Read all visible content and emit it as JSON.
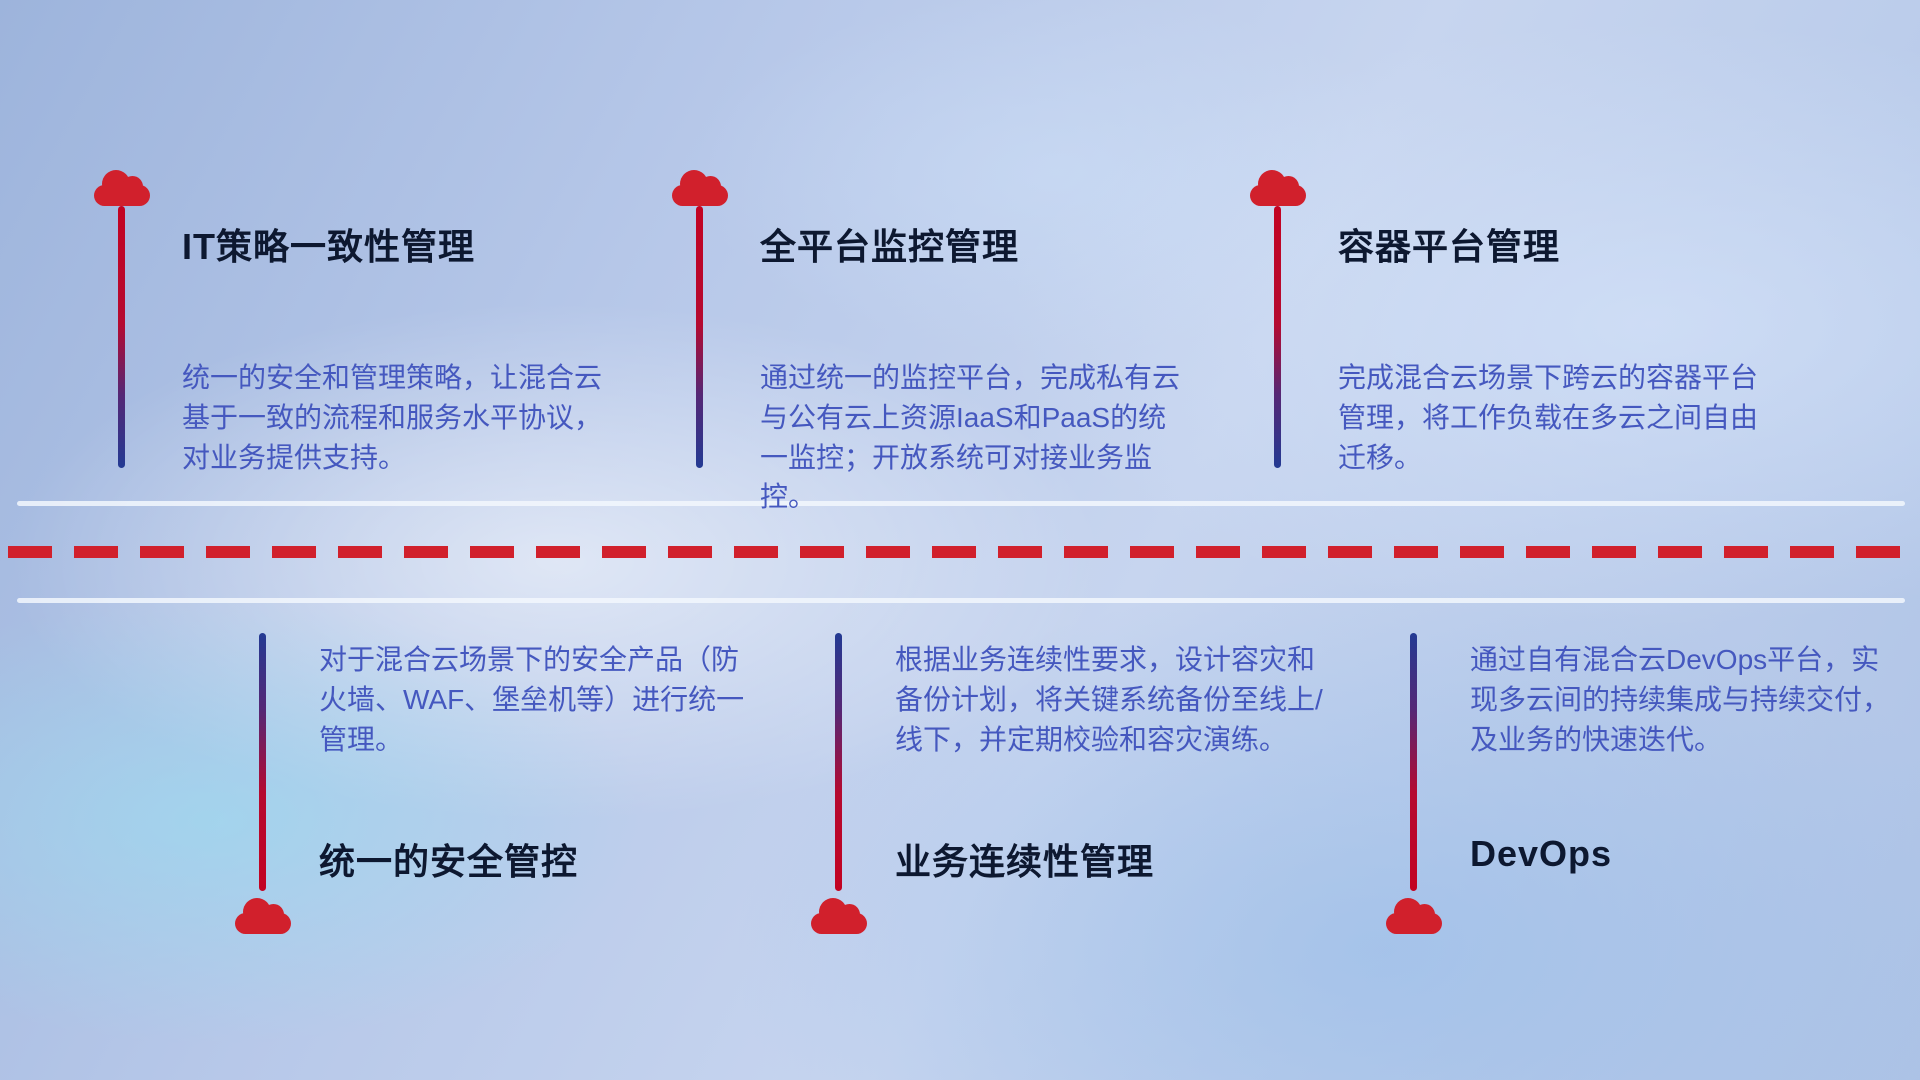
{
  "colors": {
    "accent_red": "#d1202c",
    "accent_blue": "#233a93",
    "title_color": "#0d1830",
    "desc_color": "#4558bf"
  },
  "top_features": [
    {
      "title": "IT策略一致性管理",
      "description": "统一的安全和管理策略，让混合云基于一致的流程和服务水平协议，对业务提供支持。"
    },
    {
      "title": "全平台监控管理",
      "description": "通过统一的监控平台，完成私有云与公有云上资源IaaS和PaaS的统一监控；开放系统可对接业务监控。"
    },
    {
      "title": "容器平台管理",
      "description": "完成混合云场景下跨云的容器平台管理，将工作负载在多云之间自由迁移。"
    }
  ],
  "bottom_features": [
    {
      "title": "统一的安全管控",
      "description": "对于混合云场景下的安全产品（防火墙、WAF、堡垒机等）进行统一管理。"
    },
    {
      "title": "业务连续性管理",
      "description": "根据业务连续性要求，设计容灾和备份计划，将关键系统备份至线上/线下，并定期校验和容灾演练。"
    },
    {
      "title": "DevOps",
      "description": "通过自有混合云DevOps平台，实现多云间的持续集成与持续交付，及业务的快速迭代。"
    }
  ]
}
